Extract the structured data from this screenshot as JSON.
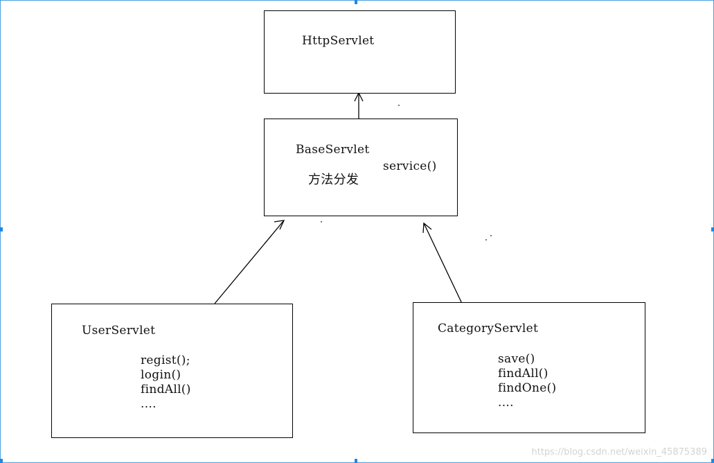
{
  "diagram": {
    "http_servlet": {
      "name": "HttpServlet"
    },
    "base_servlet": {
      "name": "BaseServlet",
      "note": "方法分发",
      "method": "service()"
    },
    "user_servlet": {
      "name": "UserServlet",
      "methods": [
        "regist();",
        "login()",
        "findAll()",
        "...."
      ]
    },
    "category_servlet": {
      "name": "CategoryServlet",
      "methods": [
        "save()",
        "findAll()",
        "findOne()",
        "...."
      ]
    }
  },
  "watermark": "https://blog.csdn.net/weixin_45875389",
  "colors": {
    "border": "#000000",
    "selection": "#1e88e5"
  }
}
